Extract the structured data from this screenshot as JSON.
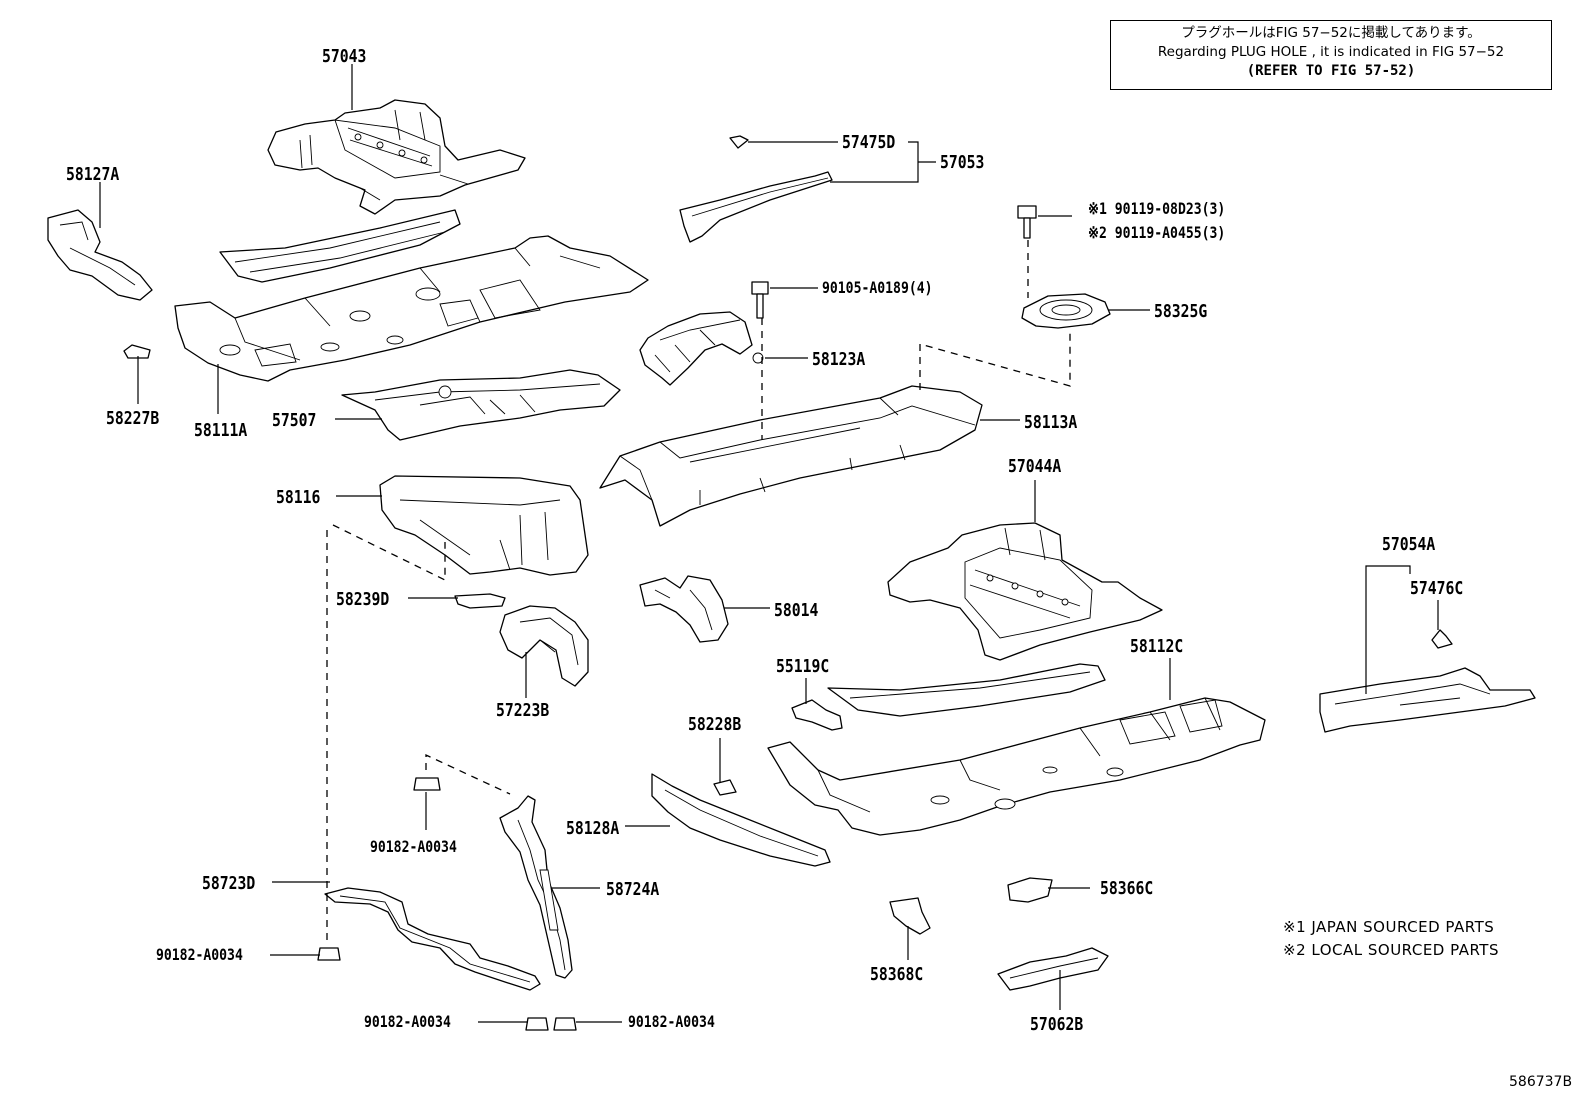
{
  "notice": {
    "line1": "プラグホールはFIG 57−52に掲載してあります。",
    "line2": "Regarding PLUG HOLE , it is indicated in FIG 57−52",
    "line3": "(REFER TO FIG 57-52)"
  },
  "legend": {
    "japan": "※1 JAPAN SOURCED PARTS",
    "local": "※2 LOCAL SOURCED PARTS"
  },
  "diagram_id": "586737B",
  "parts": {
    "p57043": "57043",
    "p58127A": "58127A",
    "p58227B": "58227B",
    "p58111A": "58111A",
    "p57507": "57507",
    "p57475D": "57475D",
    "p57053": "57053",
    "bolt1": "※1 90119-08D23(3)",
    "bolt2": "※2 90119-A0455(3)",
    "p90105": "90105-A0189(4)",
    "p58325G": "58325G",
    "p58123A": "58123A",
    "p58113A": "58113A",
    "p57044A": "57044A",
    "p58116": "58116",
    "p58239D": "58239D",
    "p58014": "58014",
    "p57223B": "57223B",
    "p57054A": "57054A",
    "p57476C": "57476C",
    "p55119C": "55119C",
    "p58112C": "58112C",
    "p58228B": "58228B",
    "p58128A": "58128A",
    "clip_top": "90182-A0034",
    "p58723D": "58723D",
    "p58724A": "58724A",
    "clip_left": "90182-A0034",
    "clip_bottom_left": "90182-A0034",
    "clip_bottom_right": "90182-A0034",
    "p58366C": "58366C",
    "p58368C": "58368C",
    "p57062B": "57062B"
  }
}
